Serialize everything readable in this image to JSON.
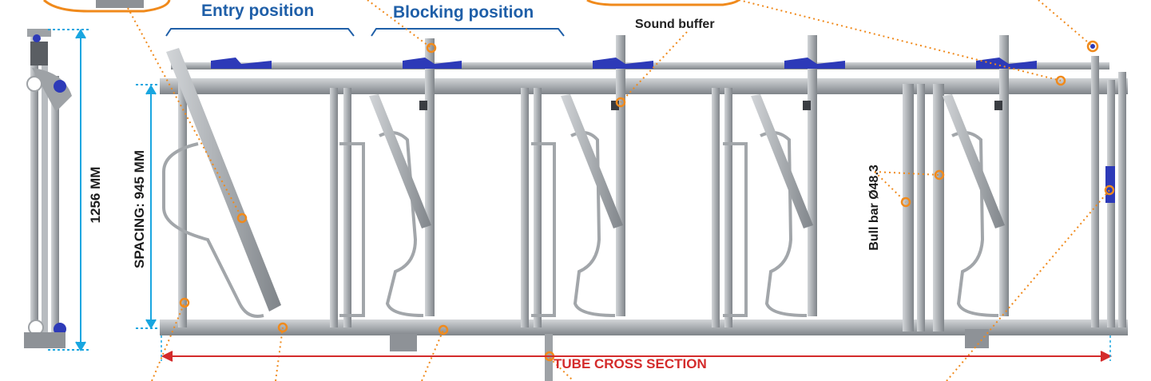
{
  "labels": {
    "entry_position": "Entry position",
    "blocking_position": "Blocking position",
    "sound_buffer": "Sound buffer",
    "height_dimension": "1256 MM",
    "spacing": "SPACING: 945 MM",
    "bull_bar": "Bull bar Ø48.3",
    "tube_cross_section": "TUBE CROSS SECTION"
  },
  "colors": {
    "steel": "#a9adb1",
    "steel_dark": "#7f8489",
    "blue_clip": "#2d3ab8",
    "callout_orange": "#f08a1c",
    "dimension_cyan": "#19a6e0",
    "dimension_red": "#d42b2b",
    "bracket_blue": "#1f5fa8"
  }
}
